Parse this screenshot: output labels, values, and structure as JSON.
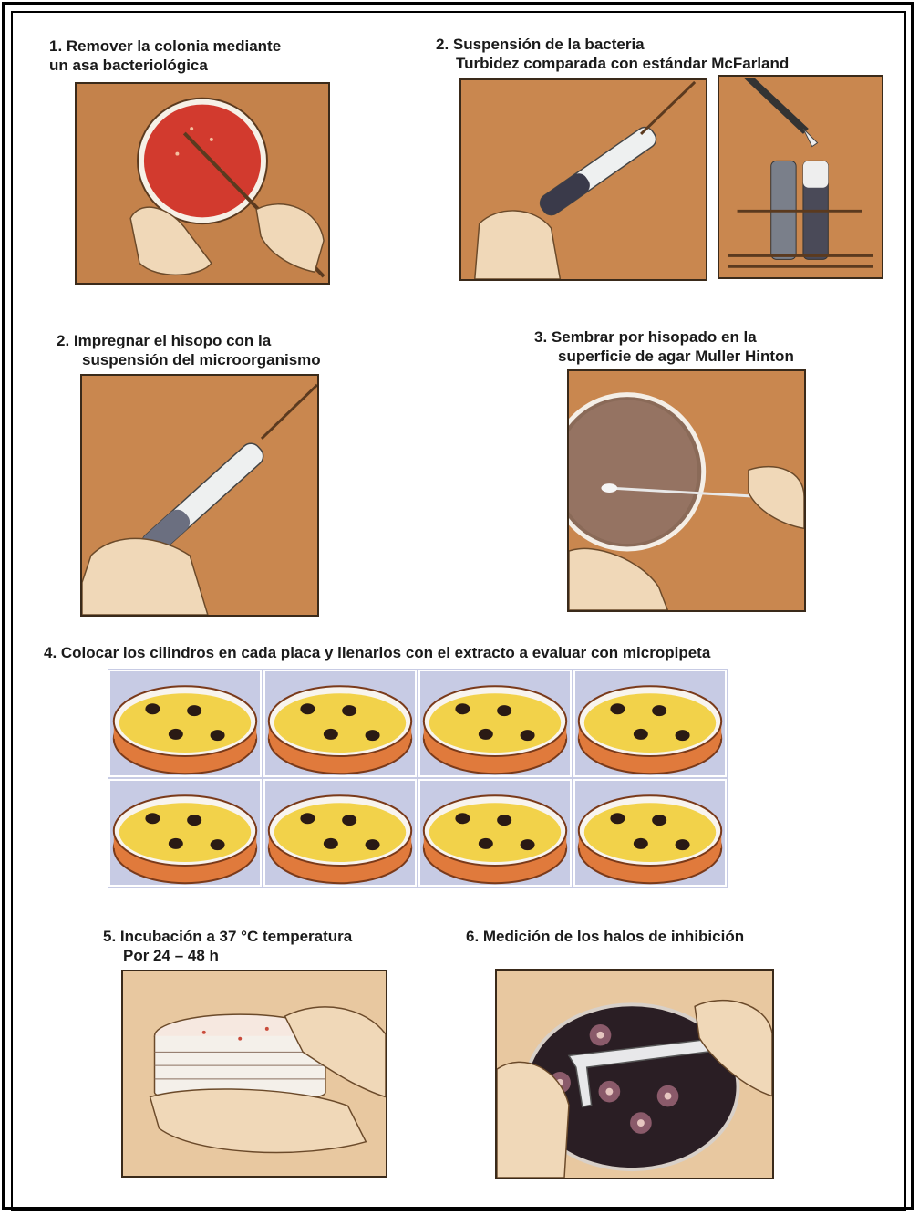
{
  "steps": {
    "s1": {
      "line1": "1. Remover la colonia mediante",
      "line2": "un asa bacteriológica"
    },
    "s2a": {
      "line1": "2. Suspensión  de la bacteria",
      "line2": "Turbidez comparada con estándar McFarland"
    },
    "s2b": {
      "line1": "2.  Impregnar el hisopo con la",
      "line2": "suspensión del microorganismo"
    },
    "s3": {
      "line1": "3. Sembrar  por hisopado en la",
      "line2": "superficie de agar Muller Hinton"
    },
    "s4": {
      "line1": "4. Colocar los cilindros en cada placa y llenarlos con el extracto a evaluar con micropipeta"
    },
    "s5": {
      "line1": "5. Incubación a 37 °C temperatura",
      "line2": "Por 24 – 48 h"
    },
    "s6": {
      "line1": "6. Medición de los halos de inhibición"
    }
  },
  "plates": {
    "rows": 2,
    "cols": 4,
    "cylinders_per_plate": 4
  },
  "colors": {
    "illustration_bg": "#c9874f",
    "agar_red": "#d23a2e",
    "agar_yellow": "#f2d24a",
    "plate_base": "#e07a3c",
    "plates_bg": "#c7cbe4",
    "cylinder": "#2a1a14",
    "skin": "#f0d8b8"
  }
}
